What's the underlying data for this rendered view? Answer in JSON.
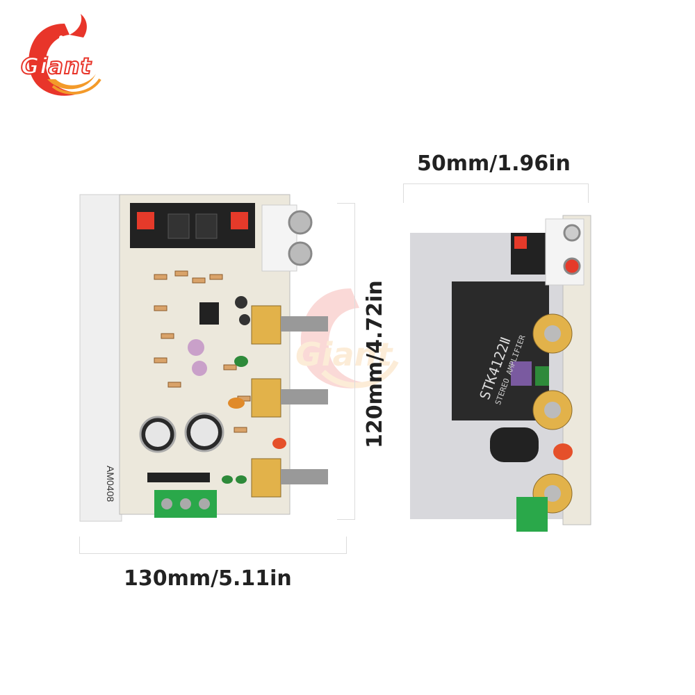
{
  "brand": {
    "logo_text": "Giant"
  },
  "watermark": {
    "text": "Giant"
  },
  "dimensions": {
    "width_label": "130mm/5.11in",
    "height_label": "120mm/4.72in",
    "depth_label": "50mm/1.96in"
  },
  "board_front": {
    "pcb_marking": "AM0408"
  },
  "board_side": {
    "chip_label": "STK4122Ⅱ",
    "chip_sub": "STEREO AMPLIFIER"
  },
  "colors": {
    "brand_red": "#e8352a",
    "brand_orange": "#f39a2a",
    "heatsink": "#d8d8dc",
    "pcb": "#ece8dc",
    "terminal_green": "#2aa84a"
  }
}
